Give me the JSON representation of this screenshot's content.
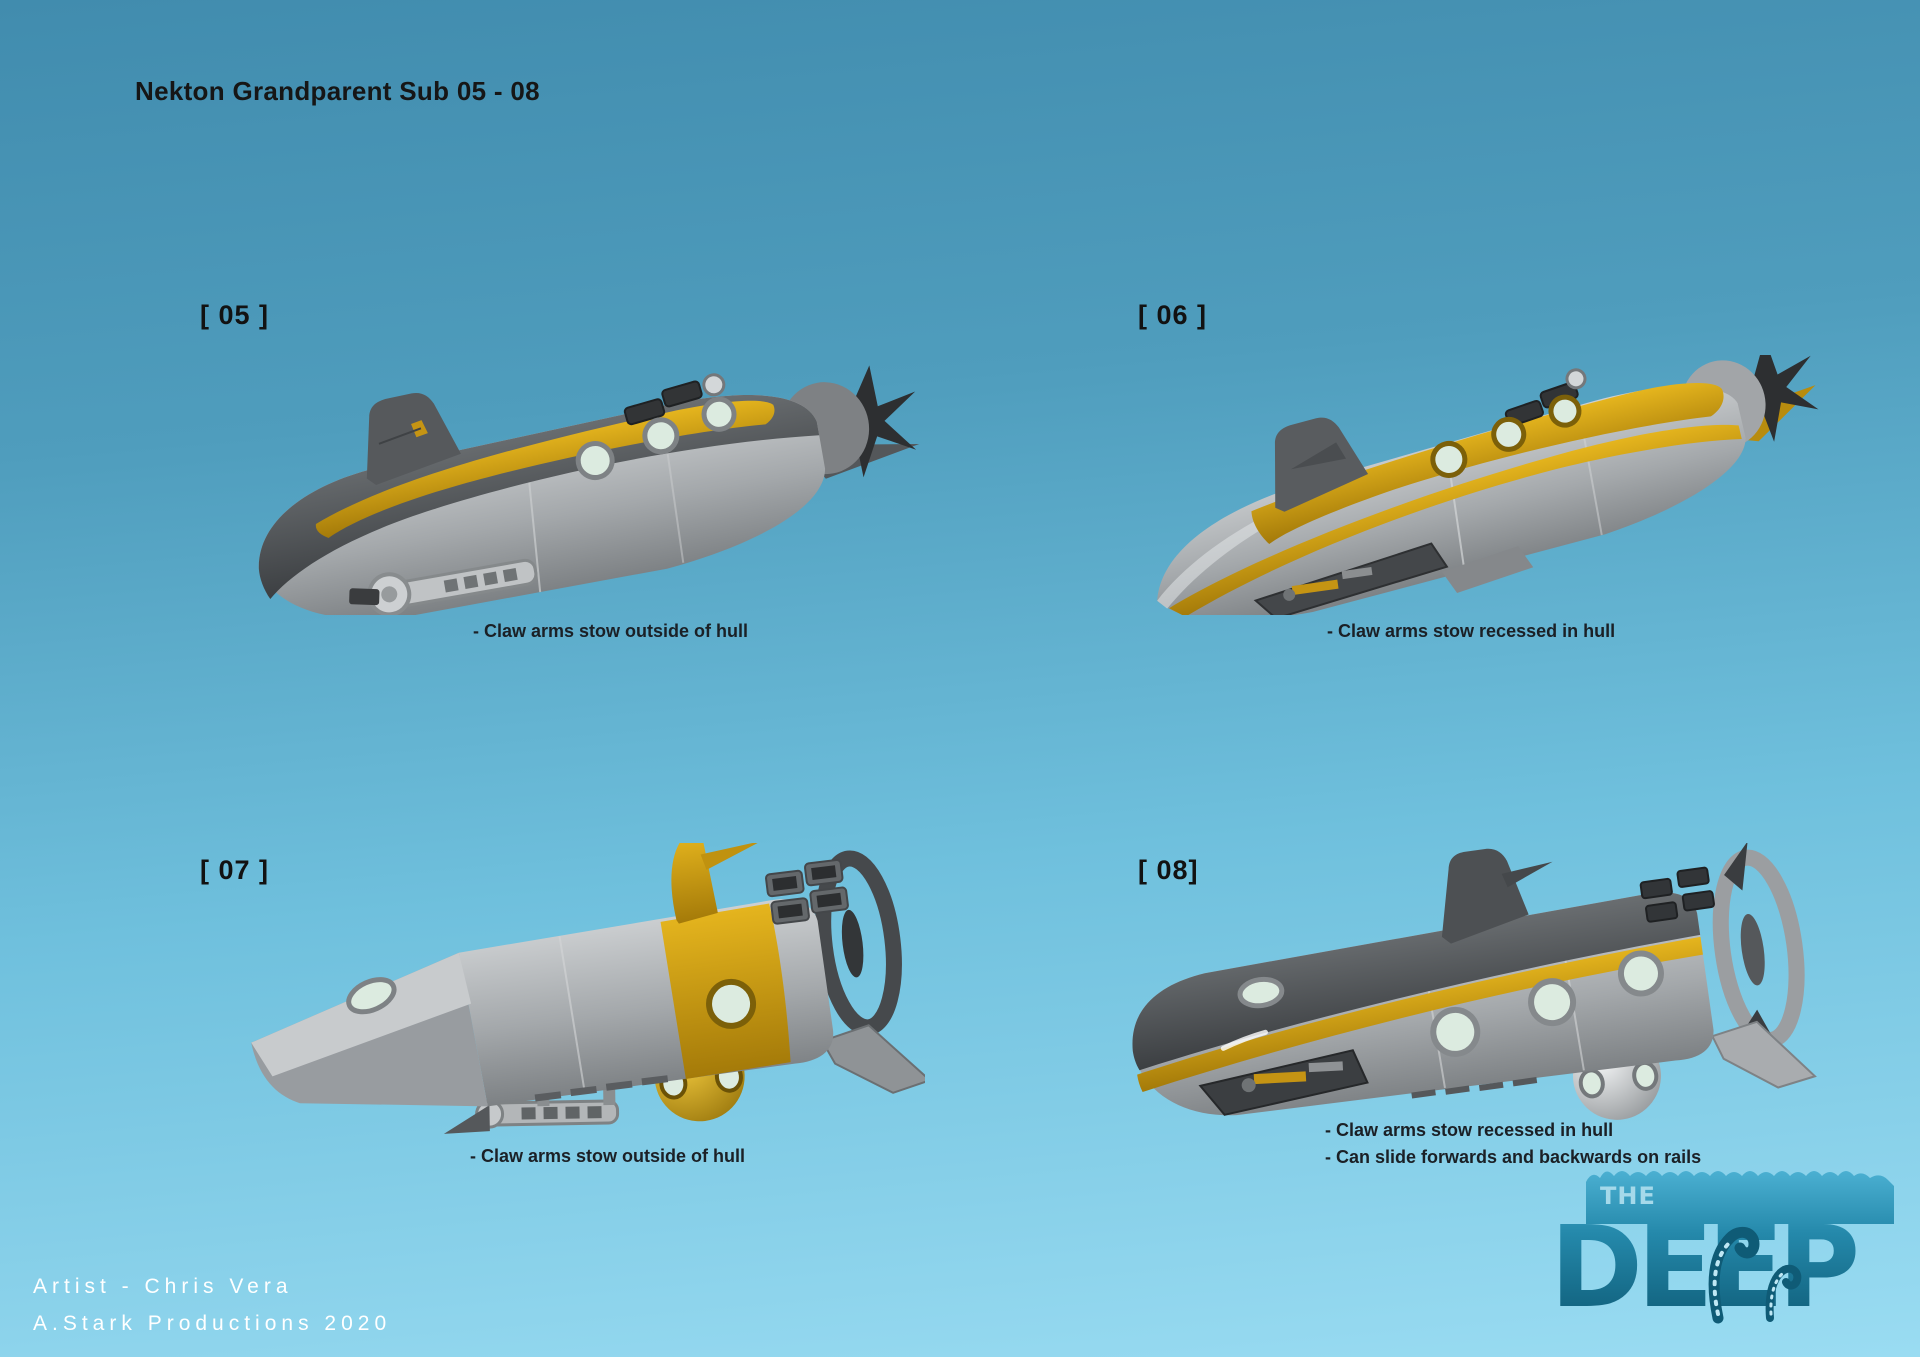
{
  "page": {
    "title": "Nekton Grandparent Sub 05 - 08"
  },
  "subs": [
    {
      "id": "05",
      "label": "[ 05 ]",
      "notes": [
        "- Claw arms stow outside of hull"
      ]
    },
    {
      "id": "06",
      "label": "[ 06 ]",
      "notes": [
        "- Claw arms stow recessed in hull"
      ]
    },
    {
      "id": "07",
      "label": "[ 07 ]",
      "notes": [
        "- Claw arms stow outside of hull"
      ]
    },
    {
      "id": "08",
      "label": "[ 08]",
      "notes": [
        "- Claw arms stow recessed in hull",
        "- Can slide forwards and backwards on rails"
      ]
    }
  ],
  "credits": {
    "artist_line": "Artist - Chris Vera",
    "production_line": "A.Stark Productions 2020"
  },
  "logo": {
    "prefix": "THE",
    "title": "DEEP"
  },
  "colors": {
    "background_top": "#428eb0",
    "background_bottom": "#9adcf2",
    "accent_gold": "#c59413",
    "hull_dark": "#4d5053",
    "hull_light": "#a8acaf",
    "porthole_glass": "#dcebe0",
    "logo_teal_light": "#54b9db",
    "logo_teal_dark": "#0e5b76",
    "heading_text": "#161616",
    "credit_text": "#ffffff"
  }
}
